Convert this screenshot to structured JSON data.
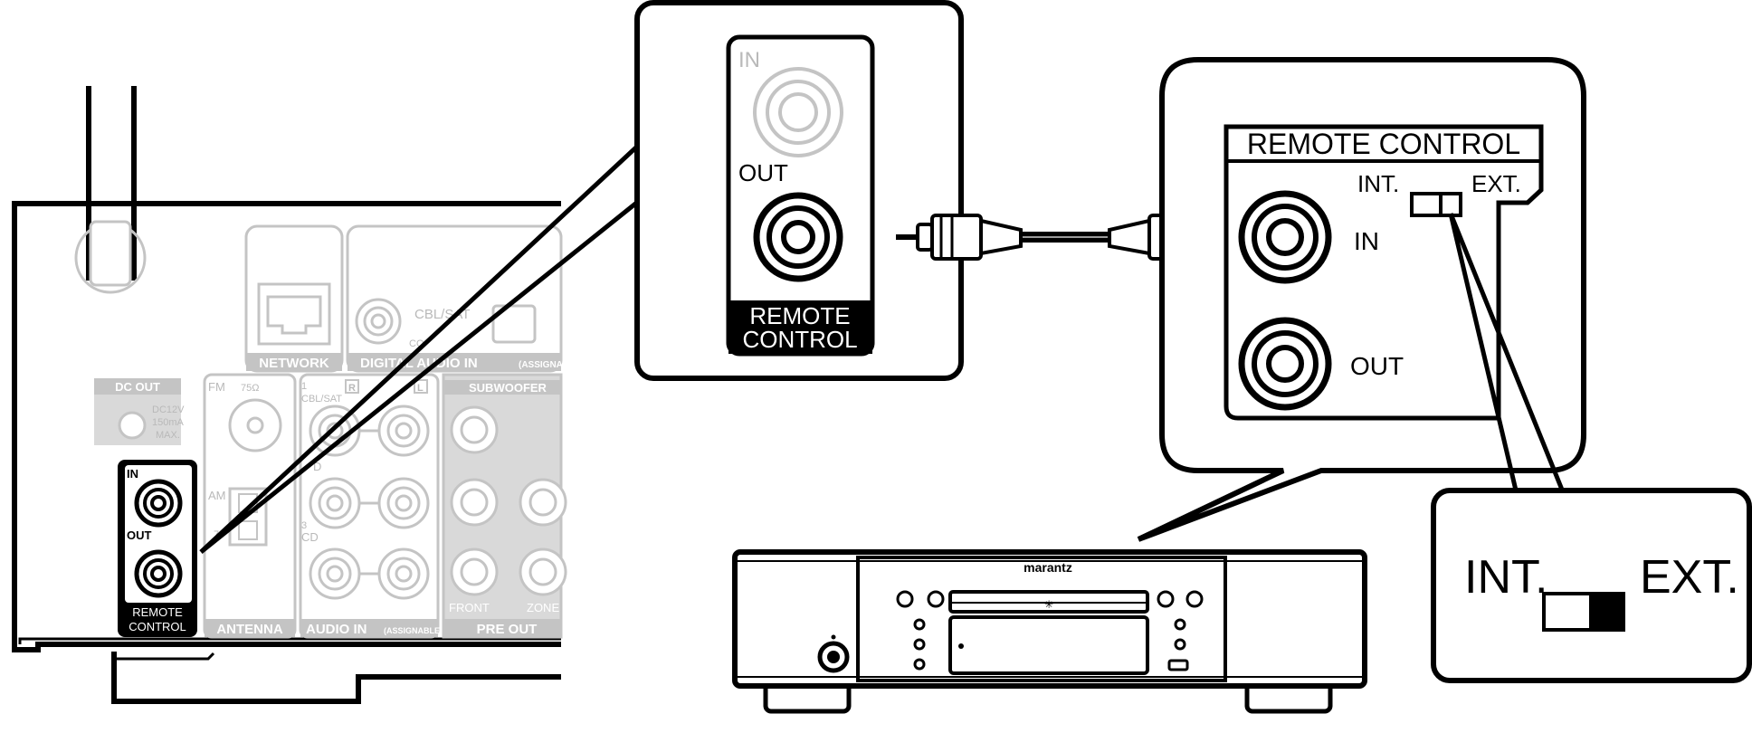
{
  "colors": {
    "ink": "#000000",
    "faded": "#c4c4c4",
    "faded_text": "#b9b9b9",
    "paper": "#ffffff"
  },
  "receiver": {
    "network": "NETWORK",
    "digital_audio_in": "DIGITAL AUDIO IN",
    "assignable": "(ASSIGNABLE)",
    "cbl_sat": "CBL/SAT",
    "co": "CO",
    "dc_out": "DC OUT",
    "dc_spec": [
      "DC12V",
      "150mA",
      "MAX."
    ],
    "fm": "FM",
    "ohm75": "75Ω",
    "am": "AM",
    "antenna": "ANTENNA",
    "in1": "1",
    "in1_name": "CBL/SAT",
    "in2_name": "D",
    "in3": "3",
    "in3_name": "CD",
    "r": "R",
    "l": "L",
    "audio_in": "AUDIO IN",
    "audio_in_assignable": "(ASSIGNABLE)",
    "subwoofer": "SUBWOOFER",
    "front": "FRONT",
    "zone": "ZONE",
    "pre_out": "PRE OUT",
    "rc_in": "IN",
    "rc_out": "OUT",
    "rc_label_1": "REMOTE",
    "rc_label_2": "CONTROL"
  },
  "zoom_receiver": {
    "in": "IN",
    "out": "OUT",
    "label_1": "REMOTE",
    "label_2": "CONTROL"
  },
  "zoom_player": {
    "title": "REMOTE CONTROL",
    "int": "INT.",
    "ext": "EXT.",
    "in": "IN",
    "out": "OUT"
  },
  "switch_detail": {
    "int": "INT.",
    "ext": "EXT."
  },
  "player": {
    "brand": "marantz"
  }
}
